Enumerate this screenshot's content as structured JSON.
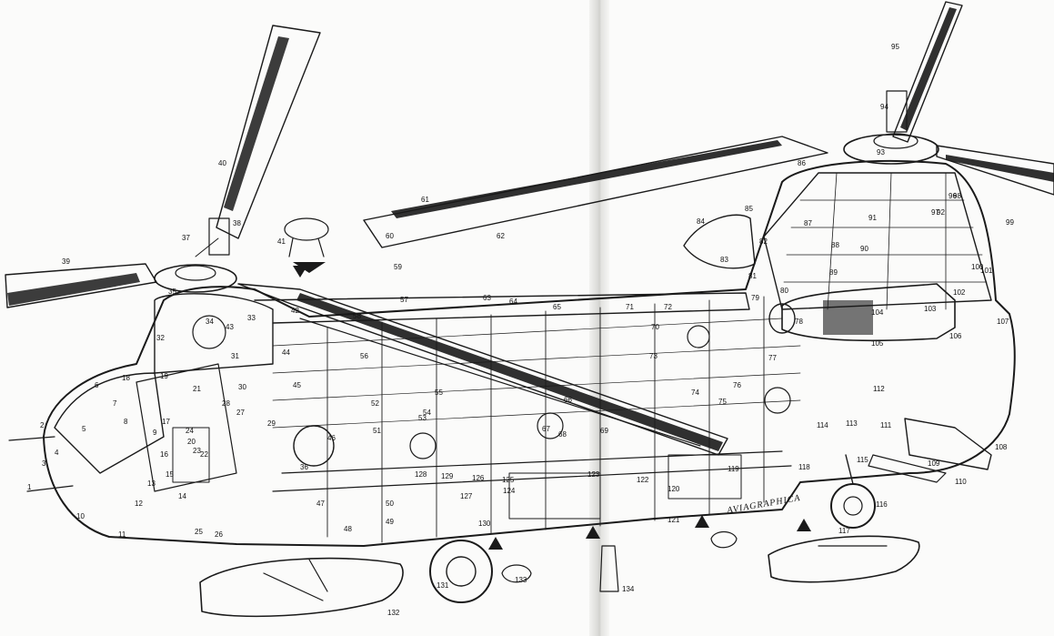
{
  "brand": "AVIAGRAPHICA",
  "colors": {
    "ink": "#1a1a1a",
    "paper": "#fbfbfa",
    "spine": "#d2d2cf"
  },
  "callouts": [
    "1",
    "2",
    "3",
    "4",
    "5",
    "6",
    "7",
    "8",
    "9",
    "10",
    "11",
    "12",
    "13",
    "14",
    "15",
    "16",
    "17",
    "18",
    "19",
    "20",
    "21",
    "22",
    "23",
    "24",
    "25",
    "26",
    "27",
    "28",
    "29",
    "30",
    "31",
    "32",
    "33",
    "34",
    "35",
    "36",
    "37",
    "38",
    "39",
    "40",
    "41",
    "42",
    "43",
    "44",
    "45",
    "46",
    "47",
    "48",
    "49",
    "50",
    "51",
    "52",
    "53",
    "54",
    "55",
    "56",
    "57",
    "58",
    "59",
    "60",
    "61",
    "62",
    "63",
    "64",
    "65",
    "66",
    "67",
    "68",
    "69",
    "70",
    "71",
    "72",
    "73",
    "74",
    "75",
    "76",
    "77",
    "78",
    "79",
    "80",
    "81",
    "82",
    "83",
    "84",
    "85",
    "86",
    "87",
    "88",
    "89",
    "90",
    "91",
    "92",
    "93",
    "94",
    "95",
    "96",
    "97",
    "98",
    "99",
    "100",
    "101",
    "102",
    "103",
    "104",
    "105",
    "106",
    "107",
    "108",
    "109",
    "110",
    "111",
    "112",
    "113",
    "114",
    "115",
    "116",
    "117",
    "118",
    "119",
    "120",
    "121",
    "122",
    "123",
    "124",
    "125",
    "126",
    "127",
    "128",
    "129",
    "130",
    "131",
    "132",
    "133",
    "134"
  ]
}
